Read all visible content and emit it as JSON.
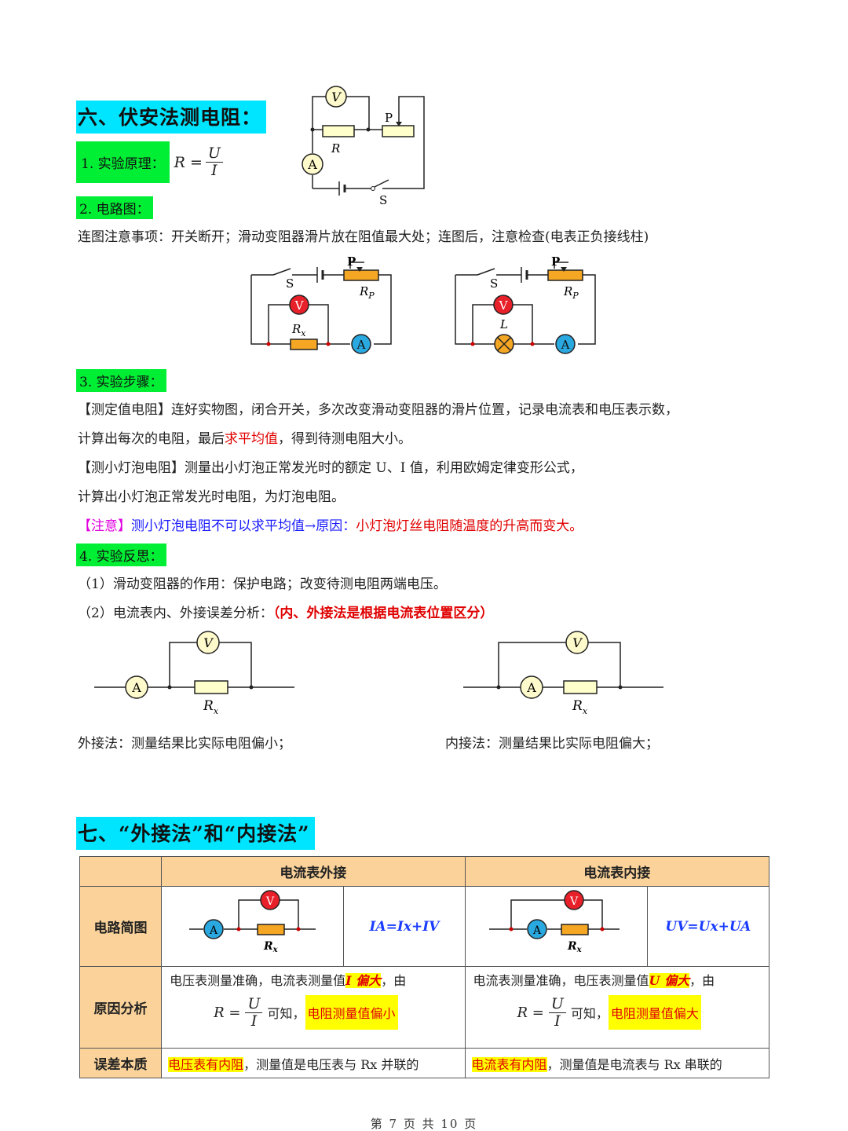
{
  "section6": {
    "title": "六、伏安法测电阻：",
    "principle_label": "1. 实验原理：",
    "formula_lhs": "R =",
    "formula_num": "U",
    "formula_den": "I",
    "circuit_label": "2. 电路图：",
    "wiring_note": "连图注意事项：开关断开；滑动变阻器滑片放在阻值最大处；连图后，注意检查(电表正负接线柱)",
    "steps_label": "3. 实验步骤：",
    "step1_line1": "【测定值电阻】连好实物图，闭合开关，多次改变滑动变阻器的滑片位置，记录电流表和电压表示数，",
    "step1_line2_a": "计算出每次的电阻，最后",
    "step1_line2_red": "求平均值",
    "step1_line2_b": "，得到待测电阻大小。",
    "step2_line1": "【测小灯泡电阻】测量出小灯泡正常发光时的额定 U、I 值，利用欧姆定律变形公式，",
    "step2_line2": "计算出小灯泡正常发光时电阻，为灯泡电阻。",
    "note_tag": "【注意】",
    "note_blue": "测小灯泡电阻不可以求平均值→原因：",
    "note_red": "小灯泡灯丝电阻随温度的升高而变大。",
    "reflect_label": "4. 实验反思：",
    "reflect1": "（1）滑动变阻器的作用：保护电路；改变待测电阻两端电压。",
    "reflect2_a": "（2）电流表内、外接误差分析：",
    "reflect2_red": "（内、外接法是根据电流表位置区分）",
    "external_caption": "外接法：测量结果比实际电阻偏小；",
    "internal_caption": "内接法：测量结果比实际电阻偏大；"
  },
  "diagram_labels": {
    "V": "V",
    "A": "A",
    "R": "R",
    "P": "P",
    "S": "S",
    "Rp_main": "R",
    "Rp_sub": "P",
    "Rx_main": "R",
    "Rx_sub": "x",
    "L": "L"
  },
  "section7": {
    "title": "七、“外接法”和“内接法”",
    "table": {
      "col_external": "电流表外接",
      "col_internal": "电流表内接",
      "row_circuit": "电路简图",
      "row_reason": "原因分析",
      "row_error": "误差本质",
      "formula_external": "IA=Ix+IV",
      "formula_internal": "UV=Ux+UA",
      "reason_ext_a": "电压表测量准确，电流表测量值",
      "reason_ext_hl": "I 偏大",
      "reason_ext_b": "，由",
      "reason_int_a": "电流表测量准确，电压表测量值",
      "reason_int_hl": "U 偏大",
      "reason_int_b": "，由",
      "known": "可知，",
      "conclusion_ext": "电阻测量值偏小",
      "conclusion_int": "电阻测量值偏大",
      "error_ext_hl": "电压表有内阻",
      "error_ext_b": "，测量值是电压表与 Rx 并联的",
      "error_int_hl": "电流表有内阻",
      "error_int_b": "，测量值是电流表与 Rx 串联的"
    }
  },
  "footer": "第 7 页 共 10 页"
}
